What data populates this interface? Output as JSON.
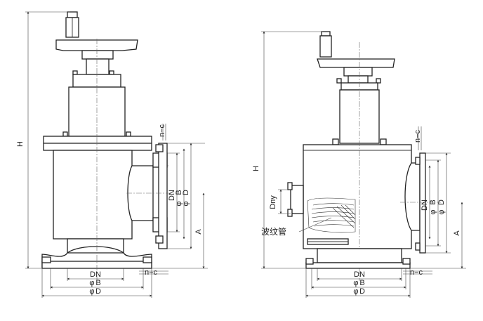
{
  "left_view": {
    "height_label": "H",
    "flange_bolt_label": "n−c",
    "side_dn_label": "DN",
    "side_b_label": "B",
    "side_d_label": "D",
    "side_a_label": "A",
    "bottom_bolt_label": "n−c",
    "bottom_dn_label": "DN",
    "bottom_b_label": "B",
    "bottom_d_label": "D"
  },
  "right_view": {
    "height_label": "H",
    "flange_bolt_label": "n−c",
    "dny_label": "Dny",
    "bellows_label": "波纹管",
    "side_dn_label": "DN",
    "side_b_label": "B",
    "side_d_label": "D",
    "side_a_label": "A",
    "bottom_bolt_label": "n−c",
    "bottom_dn_label": "DN",
    "bottom_b_label": "B",
    "bottom_d_label": "D"
  },
  "phi_symbol": "φ"
}
